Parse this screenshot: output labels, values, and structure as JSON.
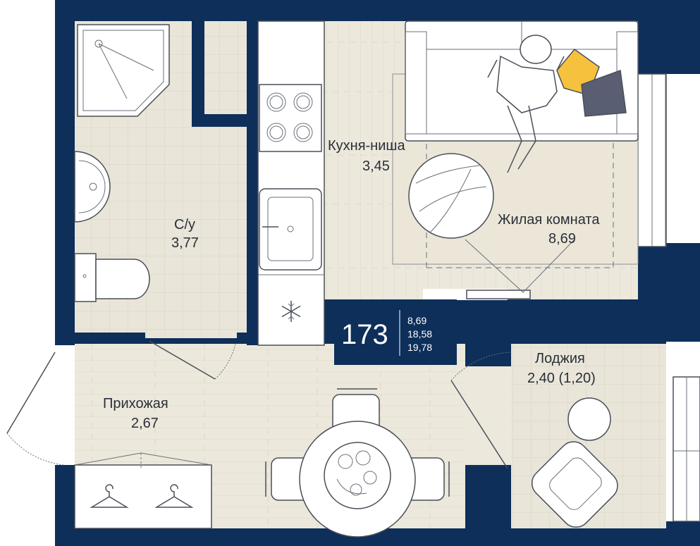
{
  "colors": {
    "wall": "#0d2f5a",
    "floor_tile": "#e9e5d9",
    "floor_wood": "#ece8dc",
    "accent_yellow": "#f6c23e",
    "accent_slate": "#5a5e73"
  },
  "apartment": {
    "number": "173",
    "areas": [
      "8,69",
      "18,58",
      "19,78"
    ]
  },
  "rooms": {
    "bathroom": {
      "name": "С/у",
      "area": "3,77"
    },
    "kitchen": {
      "name": "Кухня-ниша",
      "area": "3,45"
    },
    "living": {
      "name": "Жилая комната",
      "area": "8,69"
    },
    "hallway": {
      "name": "Прихожая",
      "area": "2,67"
    },
    "loggia": {
      "name": "Лоджия",
      "area": "2,40 (1,20)"
    }
  },
  "icons": [
    "shower-icon",
    "sink-icon",
    "toilet-icon",
    "stove-icon",
    "kitchen-sink-icon",
    "snowflake-icon",
    "hanger-icon",
    "sofa-icon",
    "person-icon",
    "pillow-icon",
    "round-table-icon",
    "armchair-icon",
    "fruit-bowl-icon"
  ]
}
